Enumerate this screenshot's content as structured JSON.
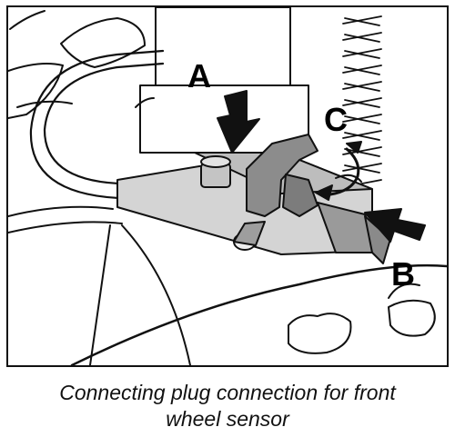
{
  "labels": {
    "a": "A",
    "b": "B",
    "c": "C"
  },
  "caption": {
    "line1": "Connecting plug connection for front",
    "line2": "wheel sensor"
  }
}
